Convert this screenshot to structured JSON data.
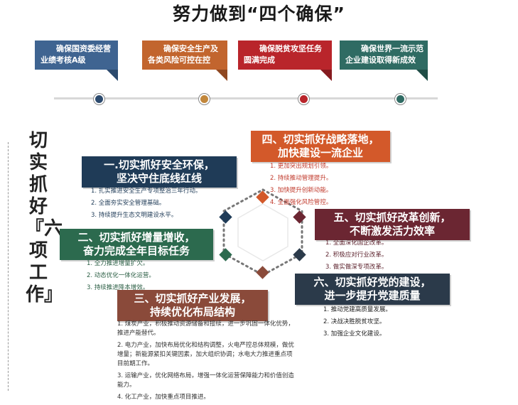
{
  "title": "努力做到“四个确保”",
  "guarantees": [
    {
      "line1": "确保国资委经营",
      "line2": "业绩考核A级",
      "color": "#3f6491"
    },
    {
      "line1": "确保安全生产及",
      "line2": "各类风险可控在控",
      "color": "#c2652e"
    },
    {
      "line1": "确保脱贫攻坚任务",
      "line2": "圆满完成",
      "color": "#b9252b"
    },
    {
      "line1": "确保世界一流示范",
      "line2": "企业建设取得新成效",
      "color": "#2f6b63"
    }
  ],
  "side_title": "切实抓好『六项工作』",
  "tasks": [
    {
      "title1": "一.切实抓好安全环保，",
      "title2": "坚决守住底线红线",
      "color": "#1f3b57",
      "items": [
        "1. 扎实推进安全生产专项整治三年行动。",
        "2. 全面夯实安全管理基础。",
        "3. 持续提升生态文明建设水平。"
      ]
    },
    {
      "title1": "二、切实抓好增量增收，",
      "title2": "奋力完成全年目标任务",
      "color": "#2c6a4e",
      "items": [
        "1. 全力推进增量扩欠。",
        "2. 动态优化一体化运营。",
        "3. 持续推进降本增效。"
      ]
    },
    {
      "title1": "三、切实抓好产业发展，",
      "title2": "持续优化布局结构",
      "color": "#8a4a3a",
      "items": [
        "1. 煤炭产业，积极推动资源储备和接续，进一步巩固一体化优势，推进产能替代。",
        "2. 电力产业，加快布局优化和结构调整，火电严控总体规模，做优增量；新能源紧扣关键因素，加大组织协调；水电大力推进重点项目前期工作。",
        "3. 运输产业，优化网络布局，增强一体化运营保障能力和价值创造能力。",
        "4. 化工产业，加快重点项目推进。"
      ]
    },
    {
      "title1": "四、切实抓好战略落地，",
      "title2": "加快建设一流企业",
      "color": "#d3592a",
      "items": [
        "1. 更加突出规划引领。",
        "2. 持续推动管理提升。",
        "3. 加快提升创新动能。",
        "4. 全面强化风险管控。"
      ]
    },
    {
      "title1": "五、切实抓好改革创新，",
      "title2": "不断激发活力效率",
      "color": "#6b2632",
      "items": [
        "1. 全面深化国企改革。",
        "2. 积极应对行业改革。",
        "3. 做实做深专项改革。"
      ]
    },
    {
      "title1": "六、切实抓好党的建设，",
      "title2": "进一步提升党建质量",
      "color": "#2b3a4a",
      "items": [
        "1. 推动党建高质量发展。",
        "2. 决战决胜脱贫攻坚。",
        "3. 加强企业文化建设。"
      ]
    }
  ]
}
